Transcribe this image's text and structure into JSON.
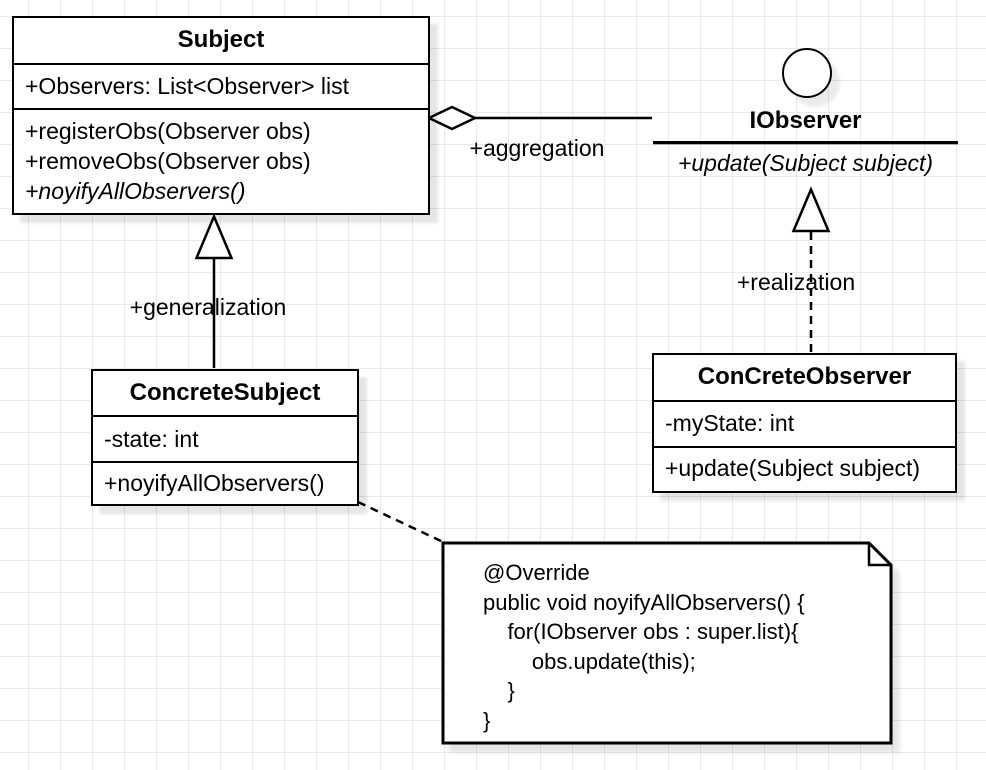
{
  "colors": {
    "stroke": "#000000",
    "shape_fill": "#ffffff",
    "grid_line": "#e9e9e9",
    "canvas_bg": "#ffffff"
  },
  "subject_class": {
    "title": "Subject",
    "attribute": "+Observers: List<Observer> list",
    "methods": [
      "+registerObs(Observer obs)",
      "+removeObs(Observer obs)",
      "+noyifyAllObservers()"
    ]
  },
  "iobserver_interface": {
    "title": "IObserver",
    "method": "+update(Subject subject)"
  },
  "concrete_subject_class": {
    "title": "ConcreteSubject",
    "attribute": "-state: int",
    "method": "+noyifyAllObservers()"
  },
  "concrete_observer_class": {
    "title": "ConCreteObserver",
    "attribute": "-myState: int",
    "method": "+update(Subject subject)"
  },
  "edge_labels": {
    "aggregation": "+aggregation",
    "generalization": "+generalization",
    "realization": "+realization"
  },
  "code_note": {
    "lines": [
      "@Override",
      "public void noyifyAllObservers() {",
      "    for(IObserver obs : super.list){",
      "        obs.update(this);",
      "    }",
      "}"
    ]
  }
}
